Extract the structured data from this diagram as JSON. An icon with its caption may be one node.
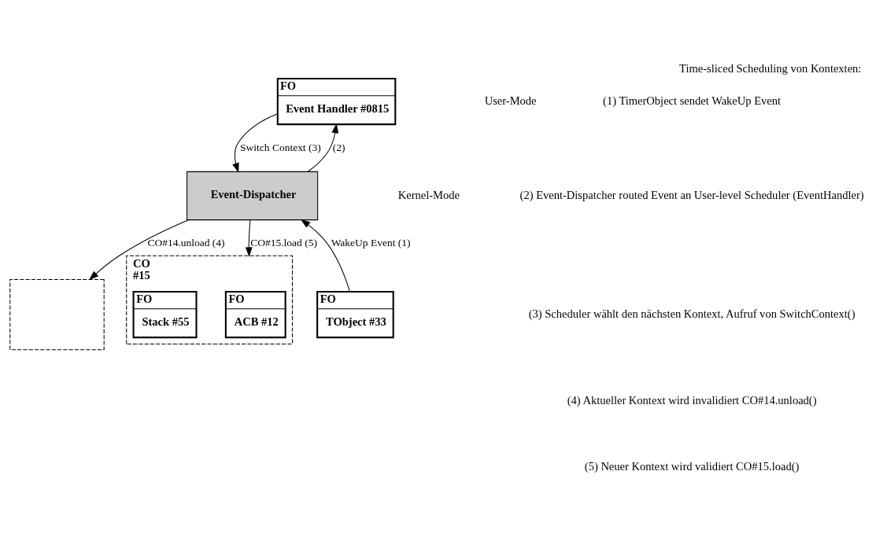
{
  "diagram": {
    "title": "Time-sliced Scheduling von Kontexten:",
    "nodes": [
      {
        "text": [
          "FO",
          "Event Handler #0815"
        ]
      },
      {
        "text": [
          "Event-Dispatcher"
        ]
      },
      {
        "text": [],
        "shape": "box"
      },
      {
        "text": [
          "CO",
          "#15"
        ]
      },
      {
        "text": [
          "FO",
          "ACB #12"
        ],
        "in": 3
      },
      {
        "text": [
          "FO",
          "Stack #55"
        ],
        "in": 3
      },
      {
        "text": [
          "FO",
          "TObject #33"
        ]
      }
    ],
    "edges": [
      {
        "from": 0,
        "to": 1,
        "arrow": "to",
        "label": "Switch Context (3)"
      },
      {
        "from": 1,
        "to": 0,
        "arrow": "to",
        "label": "(2)"
      },
      {
        "from": 1,
        "to": 2,
        "arrow": "to",
        "label": "CO#14.unload (4)"
      },
      {
        "from": 1,
        "to": 3,
        "arrow": "to",
        "label": "CO#15.load (5)"
      },
      {
        "from": 6,
        "to": 1,
        "arrow": "to",
        "label": "WakeUp Event (1)"
      }
    ],
    "labels": [
      "User-Mode",
      "Kernel-Mode",
      "(1) TimerObject sendet WakeUp Event",
      "(2) Event-Dispatcher routed Event an User-level Scheduler (EventHandler)",
      "(3) Scheduler wählt den nächsten Kontext, Aufruf von SwitchContext()",
      "(4) Aktueller Kontext wird invalidiert CO#14.unload()",
      "(5) Neuer Kontext wird validiert CO#15.load()"
    ]
  }
}
